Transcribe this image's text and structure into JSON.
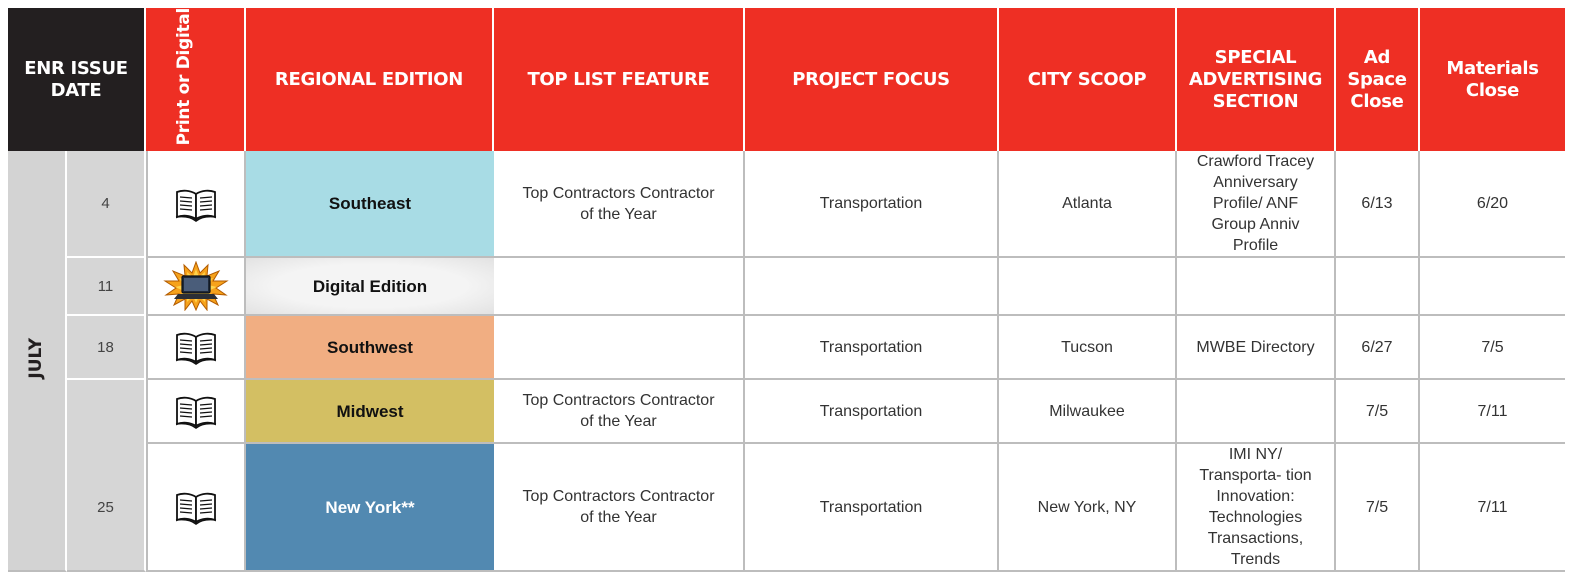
{
  "headers": {
    "issue_date": "ENR ISSUE DATE",
    "print_or_digital": "Print or Digital",
    "regional_edition": "REGIONAL EDITION",
    "top_list_feature": "TOP LIST FEATURE",
    "project_focus": "PROJECT FOCUS",
    "city_scoop": "CITY SCOOP",
    "special_advertising": "SPECIAL ADVERTISING SECTION",
    "ad_space_close": "Ad Space Close",
    "materials_close": "Materials Close"
  },
  "month": "JULY",
  "colors": {
    "header_red": "#ee2f24",
    "header_black": "#231f20",
    "southeast": "#a8dce5",
    "southwest": "#f1ae82",
    "midwest": "#d3bf63",
    "new_york": "#5289b1",
    "digital": "#ececec"
  },
  "rows": [
    {
      "day": "4",
      "format_icon": "book-icon",
      "region": "Southeast",
      "region_color": "#a8dce5",
      "top_list": "Top Contractors Contractor of the Year",
      "project_focus": "Transportation",
      "city_scoop": "Atlanta",
      "special": "Crawford Tracey Anniversary Profile/ ANF Group Anniv Profile",
      "ad_close": "6/13",
      "materials_close": "6/20"
    },
    {
      "day": "11",
      "format_icon": "laptop-starburst-icon",
      "region": "Digital Edition",
      "region_color": "#ececec",
      "top_list": "",
      "project_focus": "",
      "city_scoop": "",
      "special": "",
      "ad_close": "",
      "materials_close": ""
    },
    {
      "day": "18",
      "format_icon": "book-icon",
      "region": "Southwest",
      "region_color": "#f1ae82",
      "top_list": "",
      "project_focus": "Transportation",
      "city_scoop": "Tucson",
      "special": "MWBE Directory",
      "ad_close": "6/27",
      "materials_close": "7/5"
    },
    {
      "day": "",
      "format_icon": "book-icon",
      "region": "Midwest",
      "region_color": "#d3bf63",
      "top_list": "Top Contractors Contractor of the Year",
      "project_focus": "Transportation",
      "city_scoop": "Milwaukee",
      "special": "",
      "ad_close": "7/5",
      "materials_close": "7/11"
    },
    {
      "day": "25",
      "format_icon": "book-icon",
      "region": "New York**",
      "region_color": "#5289b1",
      "top_list": "Top Contractors Contractor of the Year",
      "project_focus": "Transportation",
      "city_scoop": "New York, NY",
      "special": "IMI NY/ Transporta- tion Innovation: Technologies Transactions, Trends",
      "ad_close": "7/5",
      "materials_close": "7/11"
    }
  ]
}
